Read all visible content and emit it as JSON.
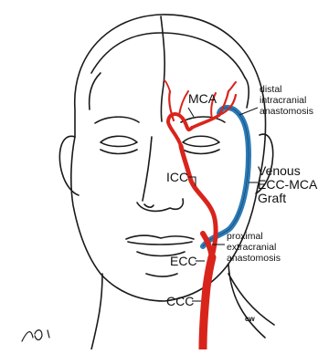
{
  "labels": {
    "mca": "MCA",
    "distal_line1": "distal",
    "distal_line2": "intracranial",
    "distal_line3": "anastomosis",
    "venous_line1": "Venous",
    "venous_line2": "ECC-MCA",
    "venous_line3": "Graft",
    "icc": "ICC",
    "proximal_line1": "proximal",
    "proximal_line2": "extracranial",
    "proximal_line3": "anastomosis",
    "ecc": "ECC",
    "ccc": "CCC",
    "artist_initials": "cw"
  },
  "colors": {
    "artery": "#d9241c",
    "vein_graft": "#2c7bb6",
    "line_art": "#1a1a1a"
  }
}
